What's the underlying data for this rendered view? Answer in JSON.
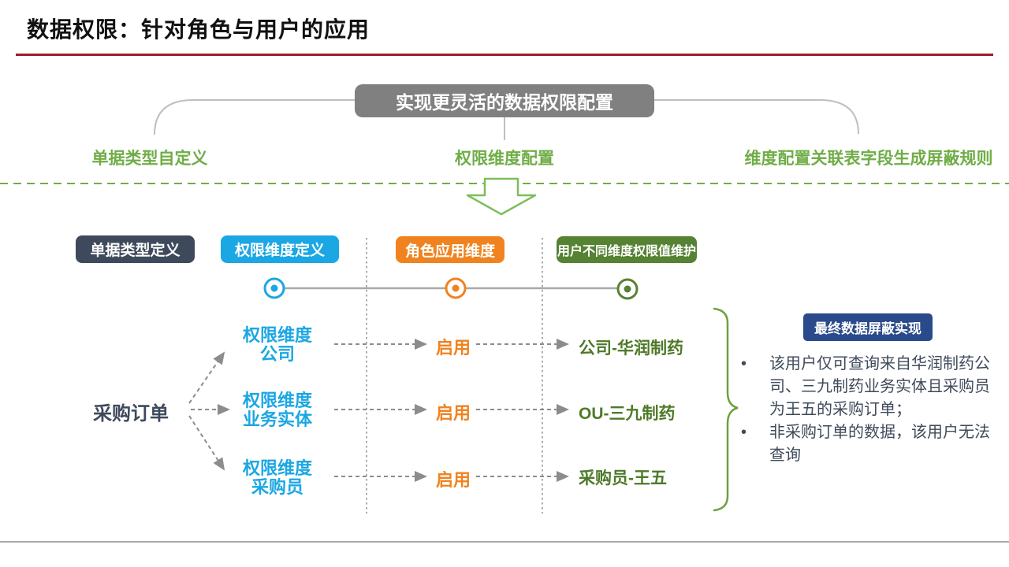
{
  "title": "数据权限：针对角色与用户的应用",
  "top": {
    "box": "实现更灵活的数据权限配置",
    "left_label": "单据类型自定义",
    "center_label": "权限维度配置",
    "right_label": "维度配置关联表字段生成屏蔽规则"
  },
  "headers": [
    {
      "label": "单据类型定义"
    },
    {
      "label": "权限维度定义"
    },
    {
      "label": "角色应用维度"
    },
    {
      "label": "用户不同维度权限值维护"
    }
  ],
  "flow": {
    "source": "采购订单",
    "rows": [
      {
        "dim_line1": "权限维度",
        "dim_line2": "公司",
        "action": "启用",
        "value": "公司-华润制药"
      },
      {
        "dim_line1": "权限维度",
        "dim_line2": "业务实体",
        "action": "启用",
        "value": "OU-三九制药"
      },
      {
        "dim_line1": "权限维度",
        "dim_line2": "采购员",
        "action": "启用",
        "value": "采购员-王五"
      }
    ]
  },
  "result": {
    "badge": "最终数据屏蔽实现",
    "bullet_glyph": "•",
    "bullets": [
      "该用户仅可查询来自华润制药公司、三九制药业务实体且采购员为王五的采购订单；",
      "非采购订单的数据，该用户无法查询"
    ]
  },
  "colors": {
    "title_rule_red": "#A1192E",
    "main_box_gray": "#808080",
    "branch_green": "#70AD47",
    "dark_slate": "#3E4A5B",
    "cyan": "#1BA7E3",
    "orange": "#F0831F",
    "olive_green": "#568233",
    "value_green": "#4E7A28",
    "result_blue": "#2B4A8B",
    "line_gray": "#A6A6A6"
  }
}
